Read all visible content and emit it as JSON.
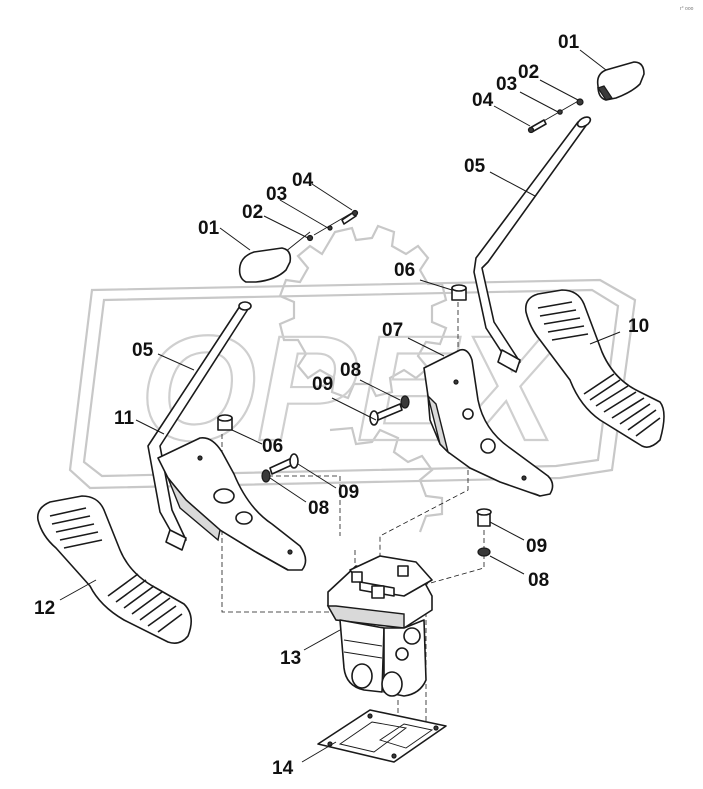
{
  "diagram": {
    "corner_mark": "r° ooo",
    "watermark": "OPEX",
    "callouts": [
      {
        "id": "c01a",
        "text": "01"
      },
      {
        "id": "c02a",
        "text": "02"
      },
      {
        "id": "c03a",
        "text": "03"
      },
      {
        "id": "c04a",
        "text": "04"
      },
      {
        "id": "c05a",
        "text": "05"
      },
      {
        "id": "c06a",
        "text": "06"
      },
      {
        "id": "c01b",
        "text": "01"
      },
      {
        "id": "c02b",
        "text": "02"
      },
      {
        "id": "c03b",
        "text": "03"
      },
      {
        "id": "c04b",
        "text": "04"
      },
      {
        "id": "c05b",
        "text": "05"
      },
      {
        "id": "c06b",
        "text": "06"
      },
      {
        "id": "c07",
        "text": "07"
      },
      {
        "id": "c08a",
        "text": "08"
      },
      {
        "id": "c09a",
        "text": "09"
      },
      {
        "id": "c10",
        "text": "10"
      },
      {
        "id": "c11",
        "text": "11"
      },
      {
        "id": "c08b",
        "text": "08"
      },
      {
        "id": "c09b",
        "text": "09"
      },
      {
        "id": "c12",
        "text": "12"
      },
      {
        "id": "c13",
        "text": "13"
      },
      {
        "id": "c09c",
        "text": "09"
      },
      {
        "id": "c08c",
        "text": "08"
      },
      {
        "id": "c14",
        "text": "14"
      }
    ]
  }
}
